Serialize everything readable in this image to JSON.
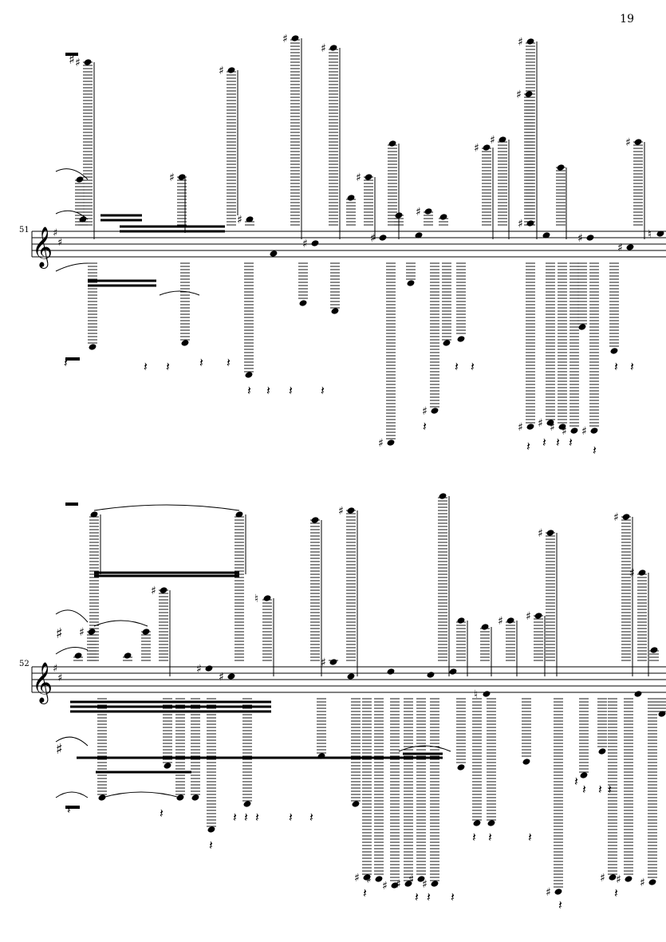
{
  "page": {
    "number": "19"
  },
  "systems": [
    {
      "measure_number": "51",
      "clef_icon": "treble-clef-icon",
      "key_signature": "sharps"
    },
    {
      "measure_number": "52",
      "clef_icon": "treble-clef-icon",
      "key_signature": "sharps"
    }
  ],
  "glyphs": {
    "treble_clef": "𝄞",
    "sharp": "♯",
    "natural": "♮",
    "quarter_rest": "𝄽"
  },
  "colors": {
    "ink": "#000000",
    "paper": "#ffffff"
  }
}
